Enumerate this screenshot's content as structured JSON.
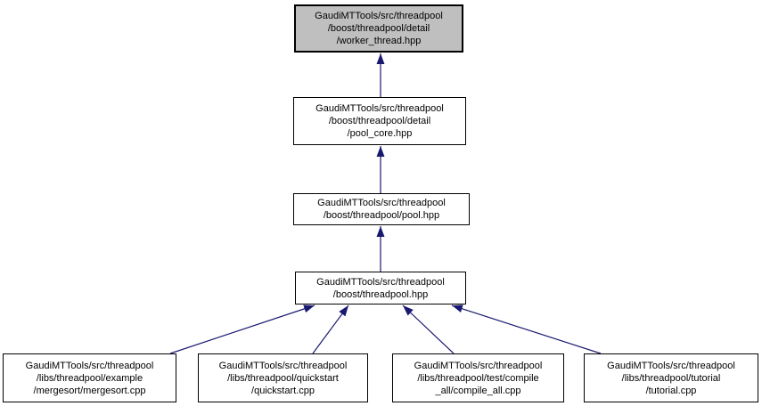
{
  "diagram": {
    "kind": "include-dependency-graph",
    "nodes": [
      {
        "id": "worker_thread",
        "highlighted": true,
        "label_lines": [
          "GaudiMTTools/src/threadpool",
          "/boost/threadpool/detail",
          "/worker_thread.hpp"
        ]
      },
      {
        "id": "pool_core",
        "highlighted": false,
        "label_lines": [
          "GaudiMTTools/src/threadpool",
          "/boost/threadpool/detail",
          "/pool_core.hpp"
        ]
      },
      {
        "id": "pool",
        "highlighted": false,
        "label_lines": [
          "GaudiMTTools/src/threadpool",
          "/boost/threadpool/pool.hpp"
        ]
      },
      {
        "id": "threadpool",
        "highlighted": false,
        "label_lines": [
          "GaudiMTTools/src/threadpool",
          "/boost/threadpool.hpp"
        ]
      },
      {
        "id": "mergesort",
        "highlighted": false,
        "label_lines": [
          "GaudiMTTools/src/threadpool",
          "/libs/threadpool/example",
          "/mergesort/mergesort.cpp"
        ]
      },
      {
        "id": "quickstart",
        "highlighted": false,
        "label_lines": [
          "GaudiMTTools/src/threadpool",
          "/libs/threadpool/quickstart",
          "/quickstart.cpp"
        ]
      },
      {
        "id": "compile_all",
        "highlighted": false,
        "label_lines": [
          "GaudiMTTools/src/threadpool",
          "/libs/threadpool/test/compile",
          "_all/compile_all.cpp"
        ]
      },
      {
        "id": "tutorial",
        "highlighted": false,
        "label_lines": [
          "GaudiMTTools/src/threadpool",
          "/libs/threadpool/tutorial",
          "/tutorial.cpp"
        ]
      }
    ],
    "edges": [
      {
        "from": "pool_core",
        "to": "worker_thread"
      },
      {
        "from": "pool",
        "to": "pool_core"
      },
      {
        "from": "threadpool",
        "to": "pool"
      },
      {
        "from": "mergesort",
        "to": "threadpool"
      },
      {
        "from": "quickstart",
        "to": "threadpool"
      },
      {
        "from": "compile_all",
        "to": "threadpool"
      },
      {
        "from": "tutorial",
        "to": "threadpool"
      }
    ],
    "colors": {
      "arrow": "#191970",
      "node_border": "#000000",
      "node_fill": "#ffffff",
      "highlight_fill": "#bfbfbf",
      "background": "#ffffff",
      "text": "#000000"
    }
  }
}
